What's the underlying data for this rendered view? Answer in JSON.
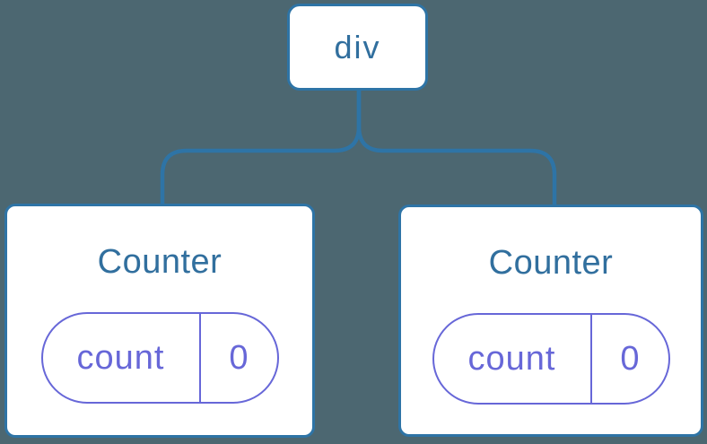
{
  "diagram": {
    "root": {
      "label": "div"
    },
    "children": [
      {
        "title": "Counter",
        "state": {
          "key": "count",
          "value": "0"
        }
      },
      {
        "title": "Counter",
        "state": {
          "key": "count",
          "value": "0"
        }
      }
    ],
    "colors": {
      "background": "#4c6771",
      "node_blue": "#2e74a6",
      "text_blue": "#316f9e",
      "state_purple": "#6767d8",
      "card_bg": "#ffffff"
    }
  }
}
